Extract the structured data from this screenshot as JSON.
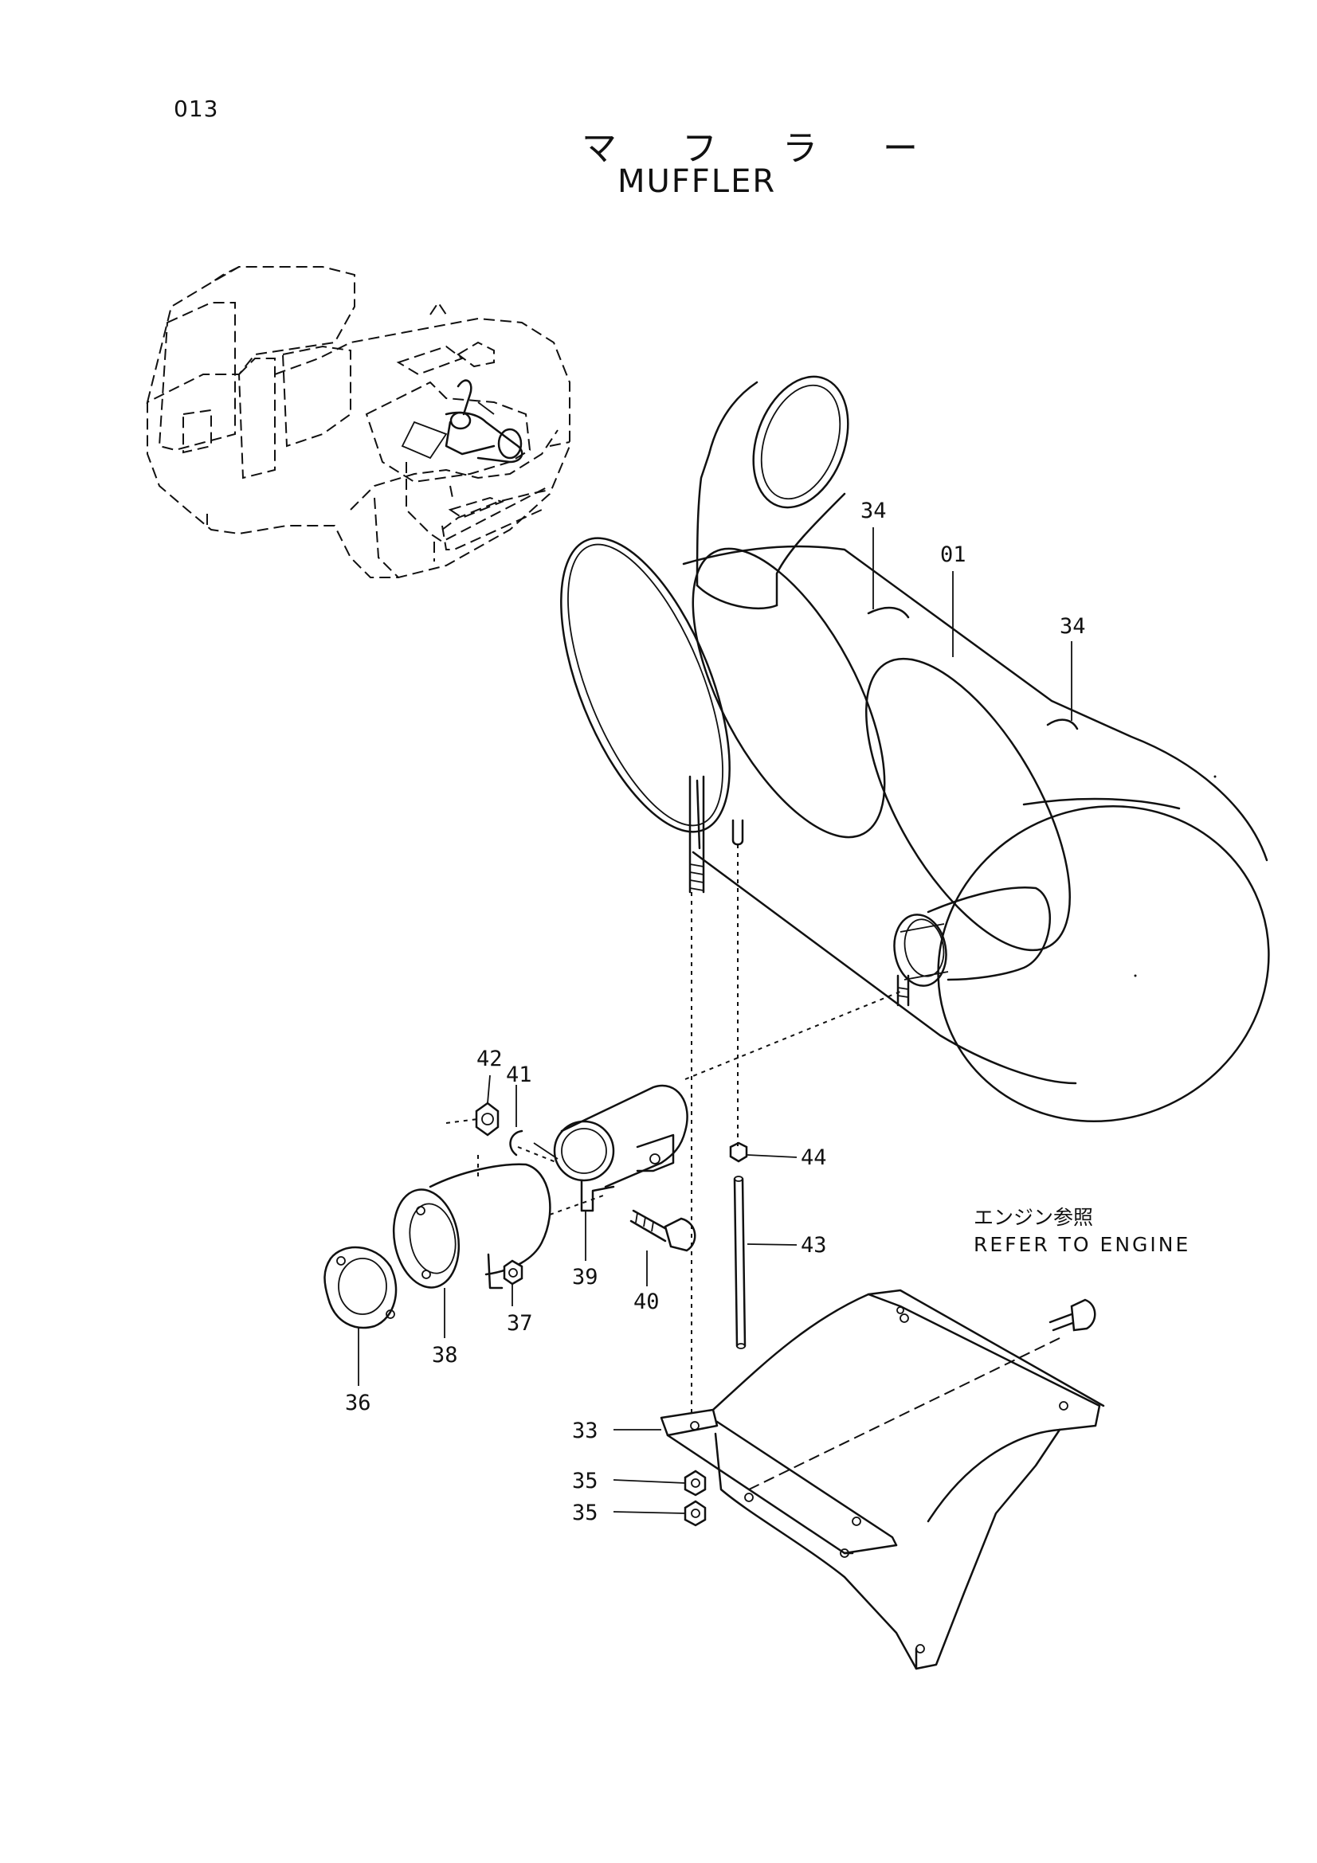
{
  "page_number": "013",
  "title_jp": "マ フ ラ ー",
  "title_en": "MUFFLER",
  "refer_note": {
    "jp": "エンジン参照",
    "en": "REFER TO ENGINE"
  },
  "callouts": [
    "34",
    "01",
    "34",
    "42",
    "41",
    "44",
    "43",
    "39",
    "40",
    "37",
    "38",
    "36",
    "33",
    "35",
    "35"
  ]
}
